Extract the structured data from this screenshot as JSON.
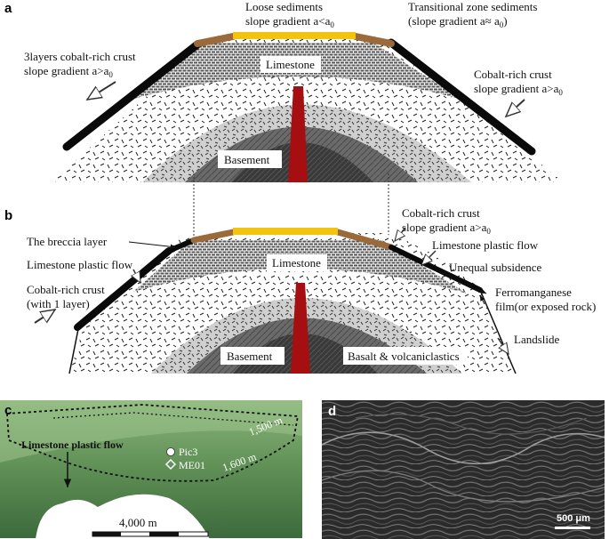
{
  "colors": {
    "crust": "#0a0a0a",
    "loose_sediments": "#f2c30f",
    "transitional_sediments": "#9a6a3a",
    "vein": "#a50f12",
    "basement_dark": "#2a2a2a",
    "map_green": "#6c9a5f"
  },
  "panel_a": {
    "letter": "a",
    "loose_line1": "Loose sediments",
    "loose_line2": "slope gradient a<a",
    "loose_sub": "0",
    "trans_line1": "Transitional zone sediments",
    "trans_line2": "(slope gradient a≈  a",
    "trans_sub": "0",
    "trans_close": ")",
    "left_line1": "3layers cobalt-rich crust",
    "left_line2": "slope gradient a>a",
    "left_sub": "0",
    "limestone": "Limestone",
    "right_line1": "Cobalt-rich crust",
    "right_line2": "slope gradient a>a",
    "right_sub": "0",
    "basement": "Basement"
  },
  "panel_b": {
    "letter": "b",
    "cobalt_line1": "Cobalt-rich crust",
    "cobalt_line2": "slope gradient a>a",
    "cobalt_sub": "0",
    "breccia": "The breccia layer",
    "plastic_right": "Limestone plastic flow",
    "limestone": "Limestone",
    "plastic_left": "Limestone plastic flow",
    "subsidence": "Unequal subsidence",
    "crust_left_line1": "Cobalt-rich crust",
    "crust_left_line2": "(with 1 layer)",
    "ferro_line1": "Ferromanganese",
    "ferro_line2": "film(or exposed rock)",
    "landslide": "Landslide",
    "basement": "Basement",
    "basalt": "Basalt & volcaniclastics"
  },
  "panel_c": {
    "letter": "c",
    "flow_label": "Limestone plastic flow",
    "contour_1500": "1,500 m",
    "contour_1600": "1,600 m",
    "site_pic3": "Pic3",
    "site_me01": "ME01",
    "scale": "4,000 m"
  },
  "panel_d": {
    "letter": "d",
    "scale": "500 μm"
  }
}
